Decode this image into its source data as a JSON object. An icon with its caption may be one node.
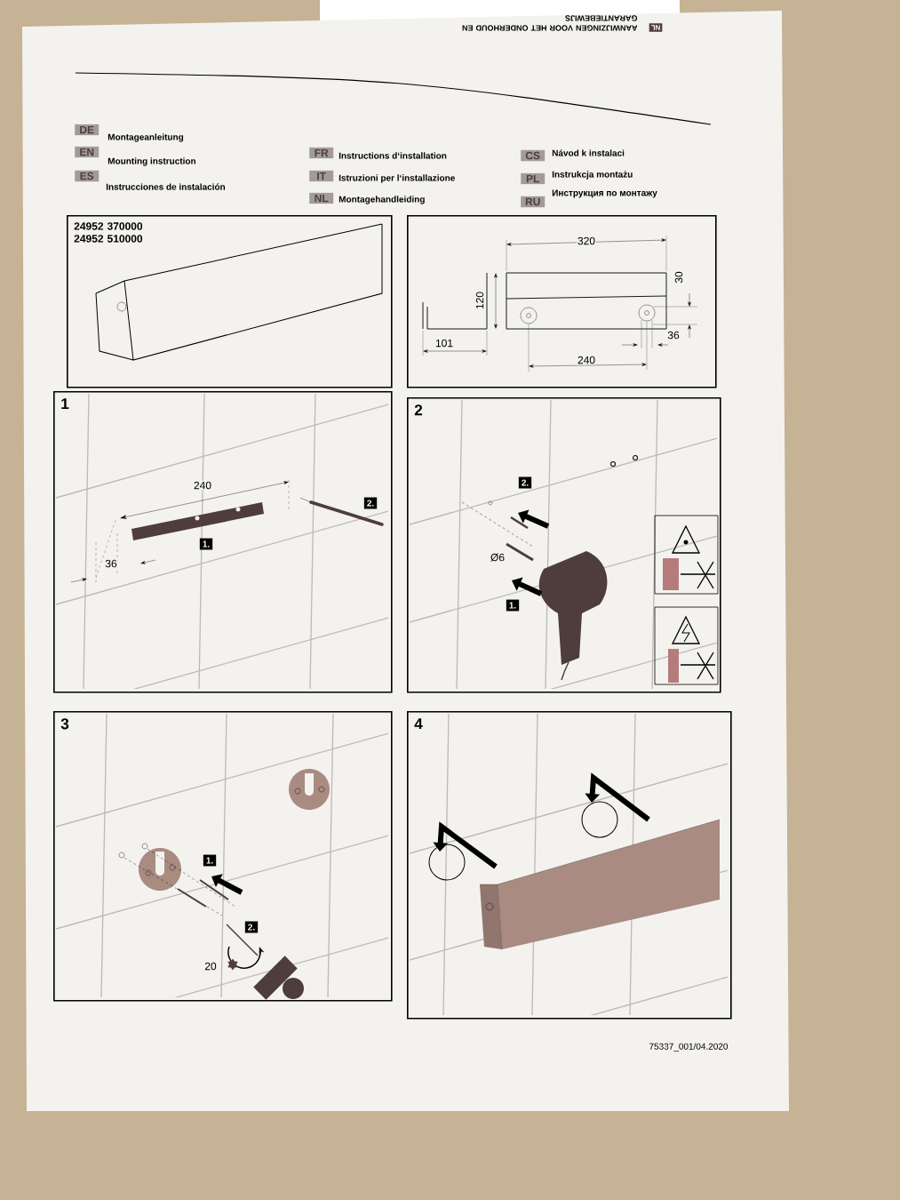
{
  "diagram": {
    "nodes": [
      {
        "text": [
          "24952 370000 24952 510000"
        ]
      },
      {
        "text": [],
        "shape": "box"
      },
      {
        "text": [
          "1"
        ]
      },
      {
        "text": [
          "2"
        ]
      },
      {
        "text": [
          "3"
        ]
      },
      {
        "text": [
          "4"
        ]
      }
    ],
    "labels": [
      "NL",
      "AANWIJZINGEN VOOR HET ONDERHOUD EN GARANTIEBEWIJS",
      "DE",
      "Montageanleitung",
      "EN",
      "Mounting instruction",
      "ES",
      "Instrucciones de instalación",
      "FR",
      "Instructions d‘installation",
      "IT",
      "Istruzioni per l‘installazione",
      "NL",
      "Montagehandleiding",
      "CS",
      "Návod k instalaci",
      "PL",
      "Instrukcja montażu",
      "RU",
      "Инструкция по монтажу",
      "320",
      "120",
      "30",
      "101",
      "36",
      "240",
      "240",
      "36",
      "1.",
      "2.",
      "2.",
      "Ø6",
      "1.",
      "1.",
      "2.",
      "20",
      "75337_001/04.2020"
    ]
  }
}
